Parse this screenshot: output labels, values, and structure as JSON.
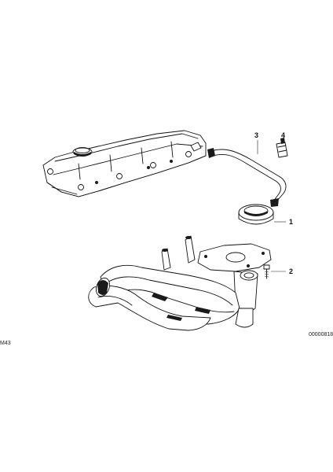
{
  "callouts": {
    "c1": "1",
    "c2": "2",
    "c3": "3",
    "c4": "4"
  },
  "diagram_code": "00000818",
  "side_code": "M43"
}
